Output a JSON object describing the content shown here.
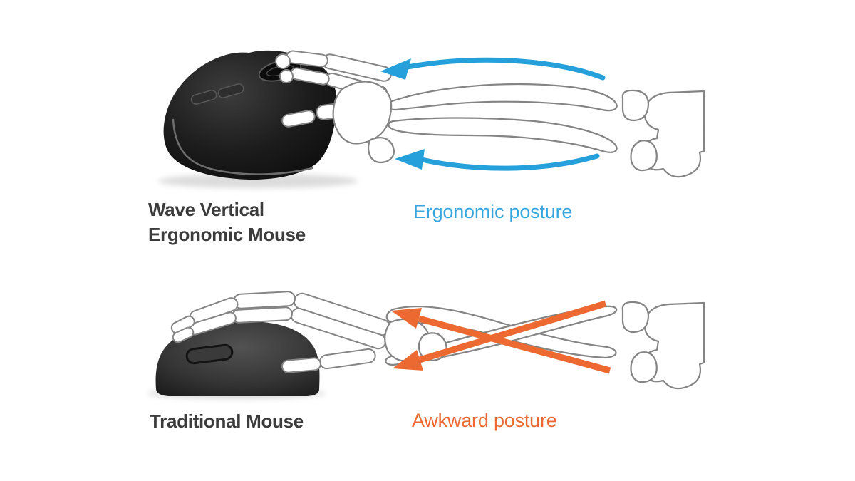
{
  "page": {
    "background": "#ffffff"
  },
  "comparison": {
    "top": {
      "product_name_line1": "Wave Vertical",
      "product_name_line2": "Ergonomic Mouse",
      "posture_label": "Ergonomic posture",
      "accent_color": "#25a0db",
      "illustration": "vertical-mouse-with-skeletal-hand-neutral-forearm",
      "arrow_style": "two-curved-parallel-arrows-pointing-left"
    },
    "bottom": {
      "product_name_line1": "Traditional Mouse",
      "posture_label": "Awkward posture",
      "accent_color": "#ec6a31",
      "illustration": "flat-mouse-with-skeletal-hand-crossed-forearm",
      "arrow_style": "two-straight-crossed-arrows-pointing-left"
    }
  },
  "colors": {
    "background": "#ffffff",
    "text_dark": "#3c3c3c",
    "bone_outline": "#848484",
    "vertical_mouse_black": "#1a1a1a",
    "traditional_mouse_gray": "#3f3f3f",
    "ergonomic_blue": "#25a0db",
    "awkward_orange": "#ec6a31"
  },
  "icons": {
    "top_arrows": "supination-rotation-arrows-icon",
    "bottom_arrows": "pronation-crossed-arrows-icon",
    "scroll_wheel": "scroll-wheel-icon",
    "side_buttons": "side-buttons-icon"
  }
}
